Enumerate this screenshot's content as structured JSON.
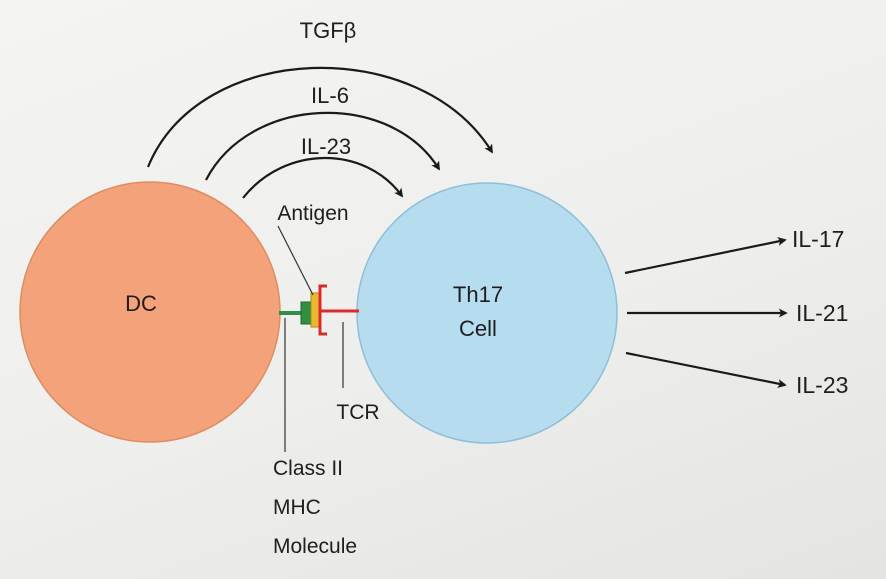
{
  "source": {
    "label": "DC",
    "color": "#f4a27a"
  },
  "target": {
    "label_line1": "Th17",
    "label_line2": "Cell",
    "color": "#b6dcef"
  },
  "signals": [
    {
      "label": "TGFβ"
    },
    {
      "label": "IL-6"
    },
    {
      "label": "IL-23"
    }
  ],
  "contact": {
    "antigen": "Antigen",
    "tcr": "TCR",
    "mhc_line1": "Class II",
    "mhc_line2": "MHC",
    "mhc_line3": "Molecule",
    "antigen_color": "#e8b92a",
    "mhc_color": "#2e8f45",
    "tcr_color": "#e0282a"
  },
  "outputs": [
    {
      "label": "IL-17"
    },
    {
      "label": "IL-21"
    },
    {
      "label": "IL-23"
    }
  ]
}
